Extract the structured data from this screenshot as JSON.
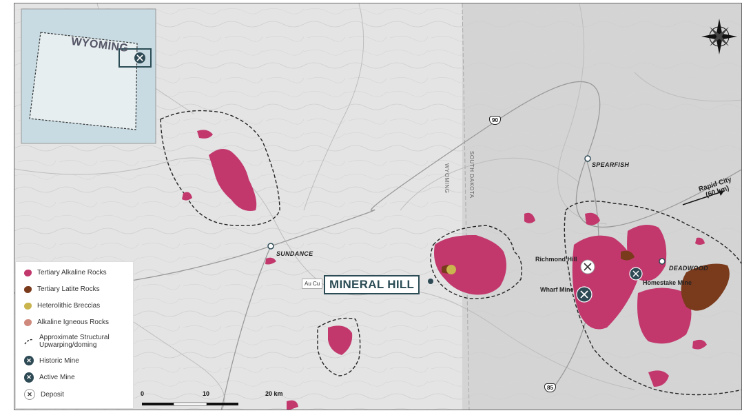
{
  "inset": {
    "state_label": "WYOMING"
  },
  "map_labels": {
    "sundance": "SUNDANCE",
    "spearfish": "SPEARFISH",
    "deadwood": "DEADWOOD",
    "rapid_city_line1": "Rapid City",
    "rapid_city_line2": "(60 km)",
    "state_wy": "WYOMING",
    "state_sd": "SOUTH DAKOTA",
    "richmond_hill": "Richmond Hill",
    "wharf_mine": "Wharf Mine",
    "homestake_mine": "Homestake Mine",
    "project_name": "MINERAL HILL",
    "project_commodities": "Au Cu"
  },
  "roads": {
    "us90": "90",
    "us85": "85"
  },
  "scale": {
    "ticks": [
      "0",
      "10",
      "20 km"
    ]
  },
  "legend": {
    "items": [
      {
        "label": "Tertiary Alkaline Rocks",
        "color": "#c2386d"
      },
      {
        "label": "Tertiary Latite Rocks",
        "color": "#7a3a1c"
      },
      {
        "label": "Heterolithic Breccias",
        "color": "#c9b44e"
      },
      {
        "label": "Alkaline Igneous Rocks",
        "color": "#d08a7d"
      },
      {
        "label": "Approximate Structural Upwarping/doming",
        "symbol": "dashed-line"
      },
      {
        "label": "Historic Mine",
        "color": "#2e4a55"
      },
      {
        "label": "Active Mine",
        "color": "#2e4a55"
      },
      {
        "label": "Deposit",
        "color": "#ffffff"
      }
    ]
  },
  "colors": {
    "alkaline": "#c2386d",
    "latite": "#7a3a1c",
    "breccia": "#c9b44e",
    "igneous": "#d08a7d",
    "mine": "#2e4a55"
  }
}
